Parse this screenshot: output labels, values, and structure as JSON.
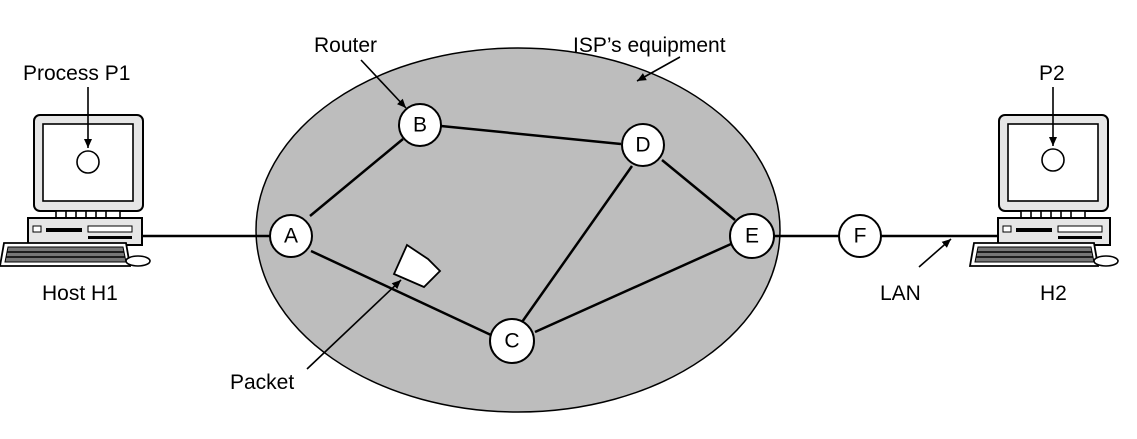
{
  "diagram": {
    "labels": {
      "process_p1": "Process P1",
      "router": "Router",
      "isp_equipment": "ISP’s equipment",
      "p2": "P2",
      "host_h1": "Host H1",
      "h2": "H2",
      "lan": "LAN",
      "packet": "Packet"
    },
    "nodes": {
      "a": "A",
      "b": "B",
      "c": "C",
      "d": "D",
      "e": "E",
      "f": "F"
    },
    "links": [
      [
        "H1",
        "A"
      ],
      [
        "A",
        "B"
      ],
      [
        "B",
        "D"
      ],
      [
        "D",
        "E"
      ],
      [
        "D",
        "C"
      ],
      [
        "A",
        "C"
      ],
      [
        "C",
        "E"
      ],
      [
        "E",
        "F"
      ],
      [
        "F",
        "H2"
      ]
    ],
    "colors": {
      "isp_cloud_fill": "#bdbdbd",
      "line": "#000000",
      "node_fill": "#ffffff"
    }
  }
}
